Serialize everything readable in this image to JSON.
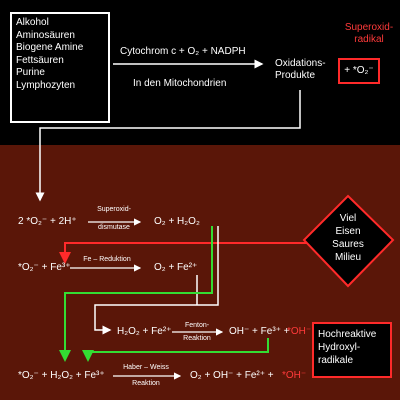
{
  "sources": [
    "Alkohol",
    "Aminosäuren",
    "Biogene Amine",
    "Fettsäuren",
    "Purine",
    "Lymphozyten"
  ],
  "top_reaction": {
    "label": "Cytochrom c + O₂ + NADPH",
    "sub": "In den Mitochondrien"
  },
  "products": {
    "line1": "Oxidations-",
    "line2": "Produkte"
  },
  "superoxid": {
    "title1": "Superoxid-",
    "title2": "radikal",
    "formula": "+ *O₂⁻"
  },
  "conditions": {
    "line1": "Viel",
    "line2": "Eisen",
    "line3": "Saures",
    "line4": "Milieu"
  },
  "reactions": {
    "r1_left": "2 *O₂⁻ + 2H⁺",
    "r1_enzyme1": "Superoxid-",
    "r1_enzyme2": "dismutase",
    "r1_right": "O₂ + H₂O₂",
    "r2_left": "*O₂⁻ + Fe³⁺",
    "r2_label": "Fe – Reduktion",
    "r2_right": "O₂ + Fe²⁺",
    "r3_left": "H₂O₂ + Fe²⁺",
    "r3_label1": "Fenton-",
    "r3_label2": "Reaktion",
    "r3_right": "OH⁻ + Fe³⁺ +",
    "r3_radical": "*OH⁻",
    "r4_left": "*O₂⁻ + H₂O₂ + Fe³⁺",
    "r4_label1": "Haber – Weiss",
    "r4_label2": "Reaktion",
    "r4_right": "O₂ + OH⁻ + Fe²⁺ +",
    "r4_radical": "*OH⁻"
  },
  "hydroxyl": {
    "line1": "Hochreaktive",
    "line2": "Hydroxyl-",
    "line3": "radikale"
  },
  "colors": {
    "top_bg": "#000000",
    "bottom_bg": "#5a1608",
    "accent_red": "#ff2a2a",
    "arrow_green": "#33dd33",
    "arrow_white": "#ffffff"
  }
}
